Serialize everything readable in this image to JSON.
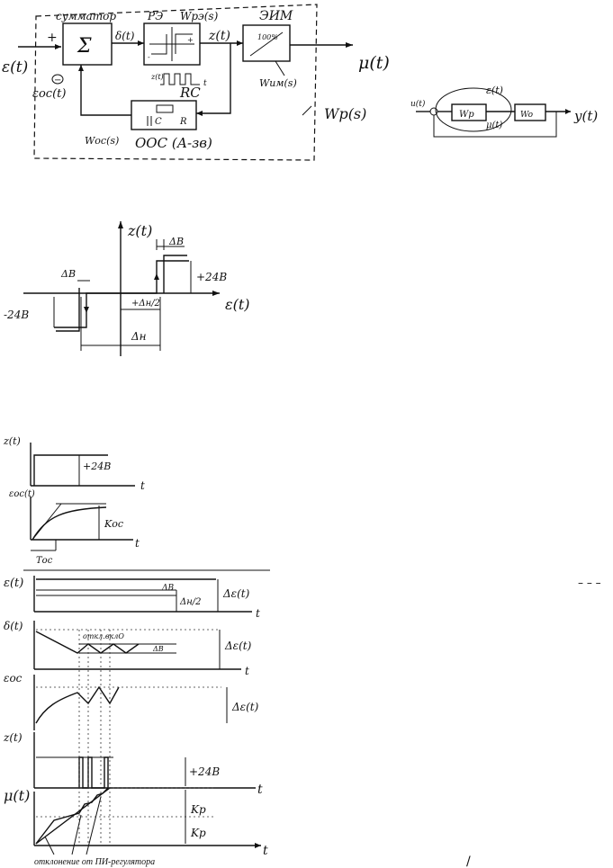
{
  "top_diagram": {
    "summator_label": "сумматор",
    "sum_symbol": "Σ",
    "re_label": "РЭ",
    "wre_label": "Wрэ(s)",
    "eim_label": "ЭИМ",
    "percent_label": "100%",
    "wim_label": "Wим(s)",
    "rc_label": "RC",
    "c_label": "C",
    "r_label": "R",
    "wos_label": "Wос(s)",
    "oos_label": "ООС (А-зв)",
    "wp_label": "Wp(s)",
    "input_label": "ε(t)",
    "plus_label": "+",
    "minus_label": "−",
    "eos_label": "εос(t)",
    "delta_label": "δ(t)",
    "z_label": "z(t)",
    "zt_small_label": "z(t)",
    "t_label": "t",
    "mu_label": "μ(t)",
    "minus_small": "-",
    "plus_small": "+"
  },
  "right_diagram": {
    "input_label": "u(t)",
    "wp_label": "Wp",
    "wo_label": "Wo",
    "e_label": "ε(t)",
    "mu_label": "μ(t)",
    "y_label": "y(t)"
  },
  "relay_char": {
    "z_axis": "z(t)",
    "e_axis": "ε(t)",
    "db_right": "ΔB",
    "db_left": "ΔB",
    "plus24": "+24B",
    "minus24": "-24B",
    "half_label": "+Δн/2",
    "dn_label": "Δн"
  },
  "timing": {
    "z_label": "z(t)",
    "plus24_a": "+24B",
    "t": "t",
    "eos_label": "εос(t)",
    "koc": "Kос",
    "toc": "Tос",
    "e_label": "ε(t)",
    "db": "ΔB",
    "dn2": "Δн/2",
    "de_a": "Δε(t)",
    "delta_label": "δ(t)",
    "cycle": "откл.вклO",
    "db2": "ΔB",
    "de_b": "Δε(t)",
    "eos2": "εос",
    "de_c": "Δε(t)",
    "z2_label": "z(t)",
    "plus24_b": "+24B",
    "mu_label": "μ(t)",
    "kp1": "Kp",
    "kp2": "Kp",
    "caption": "отклонение от ПИ-регулятора"
  },
  "misc": {
    "right_dashes": "– – –",
    "slash": "/"
  }
}
